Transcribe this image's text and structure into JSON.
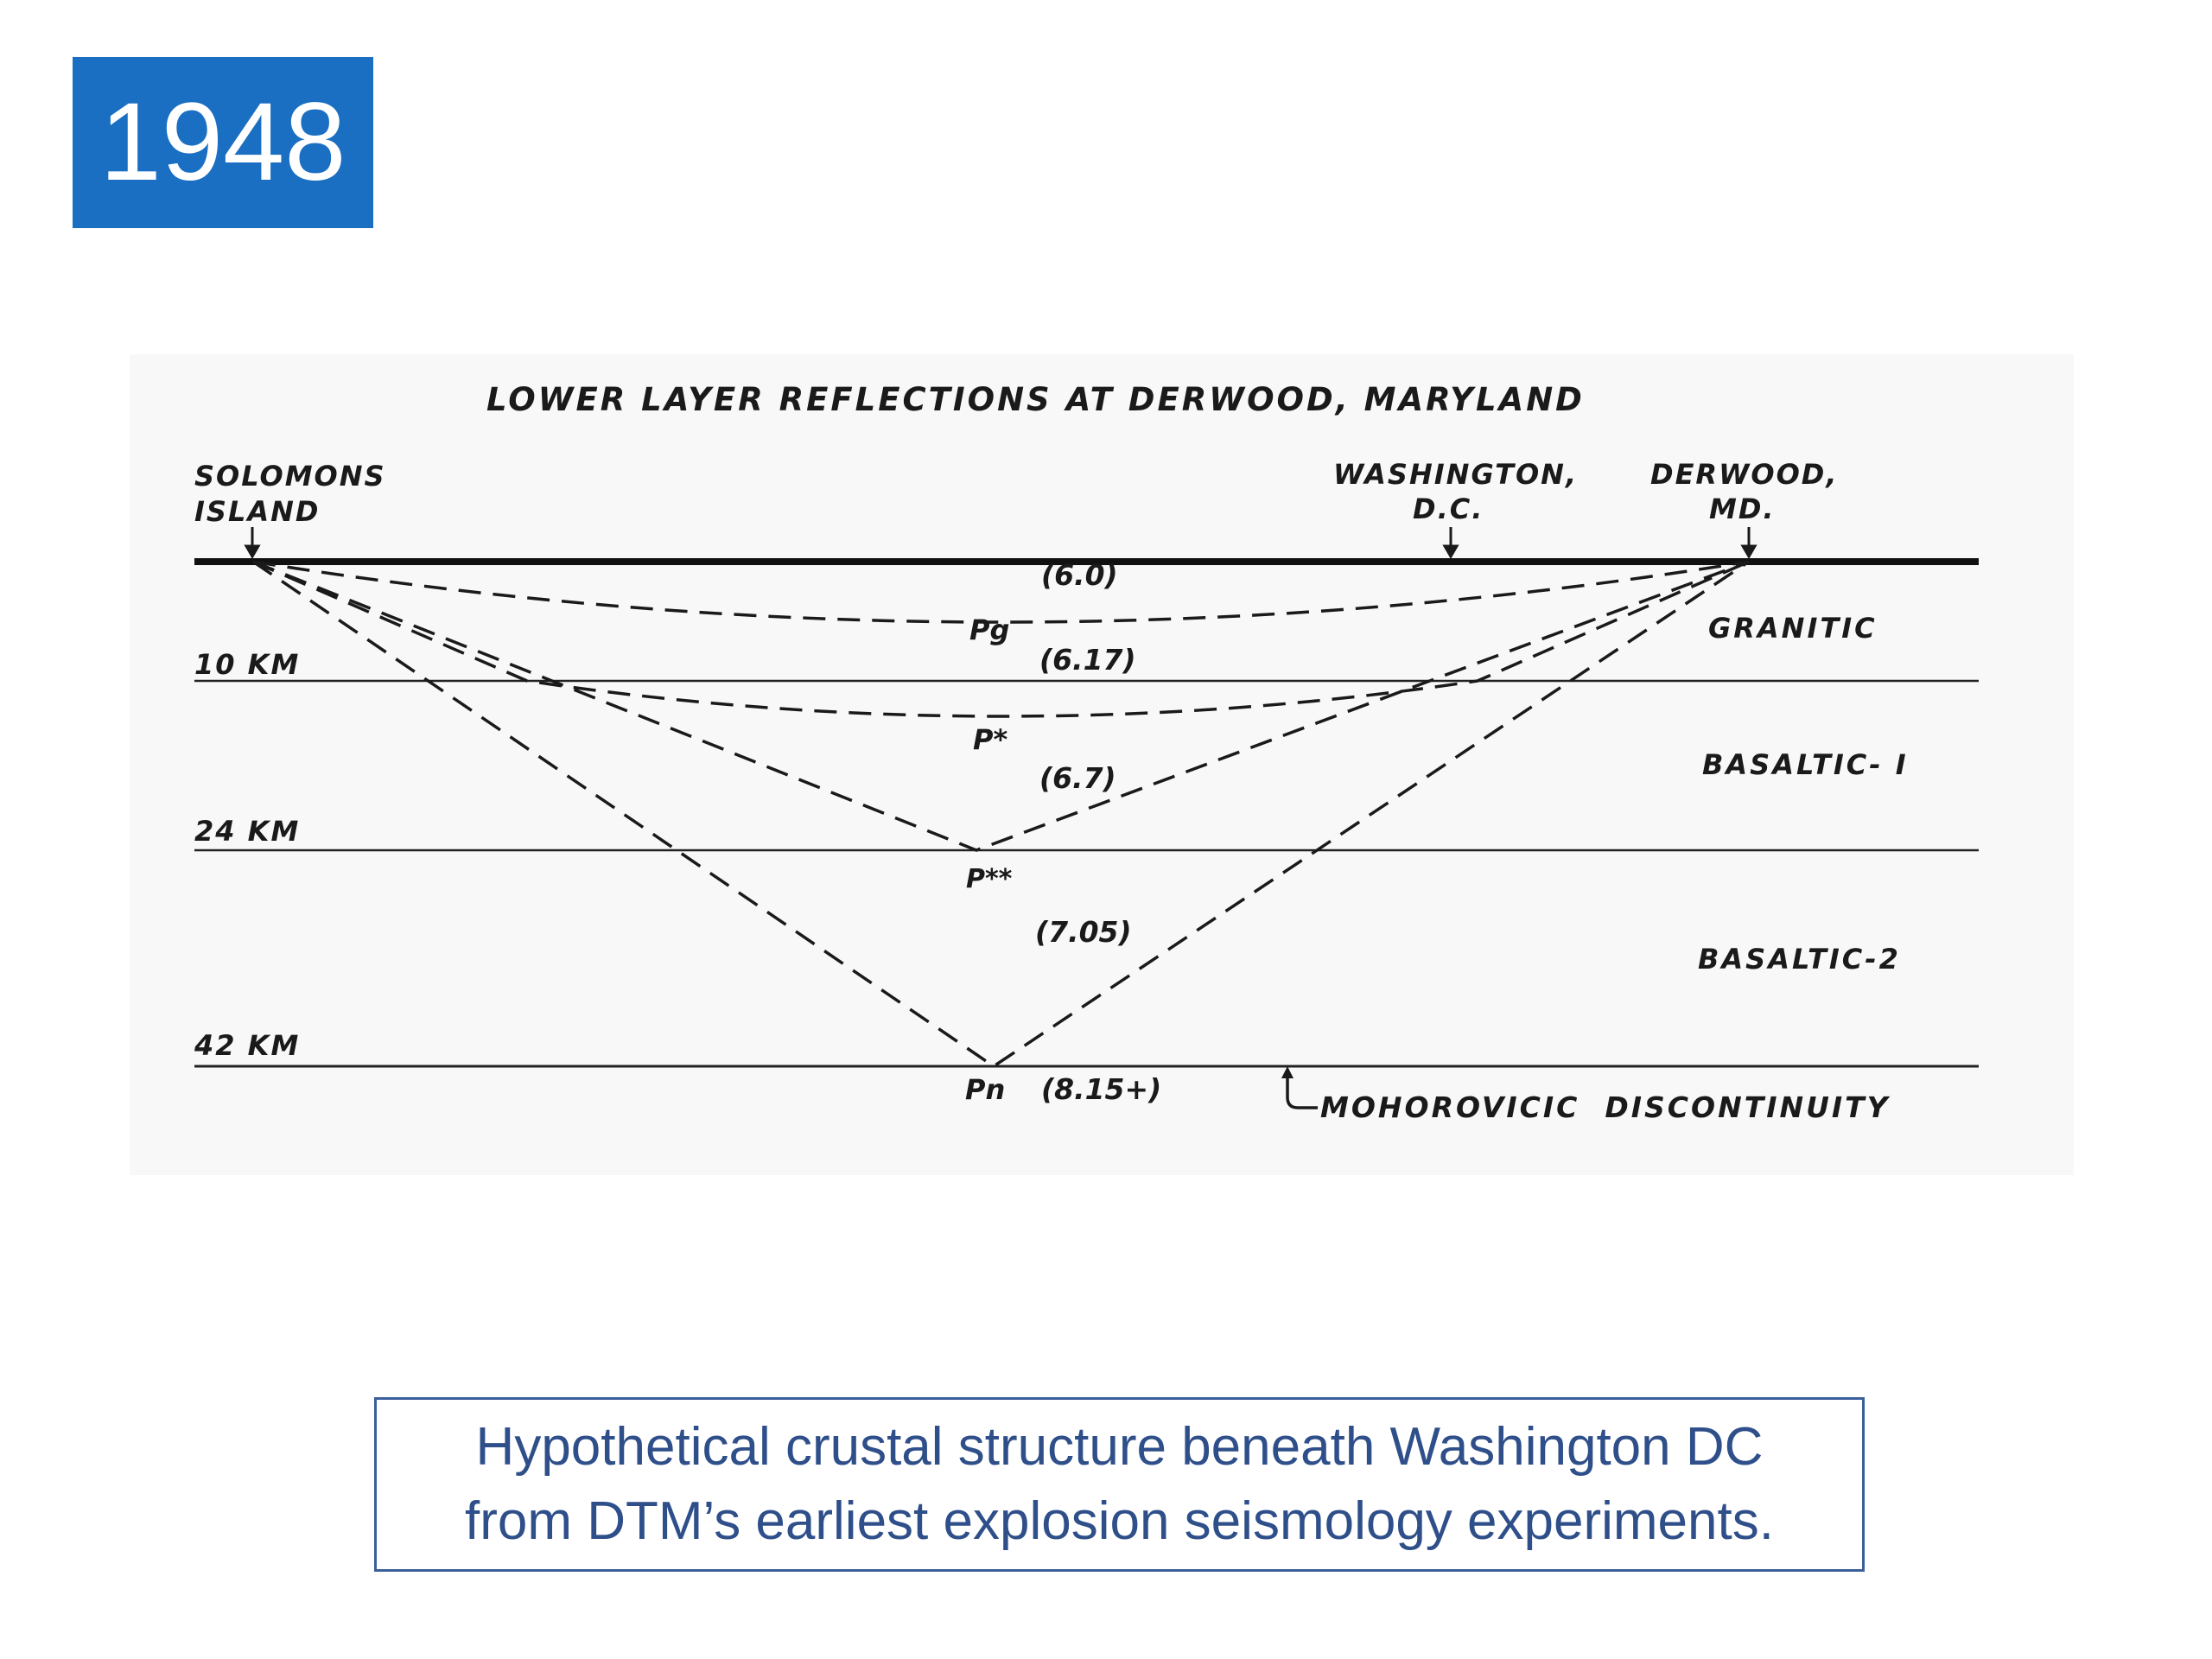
{
  "year": "1948",
  "diagram": {
    "title": "LOWER LAYER REFLECTIONS AT DERWOOD, MARYLAND",
    "stations": {
      "left": [
        "SOLOMONS",
        "ISLAND"
      ],
      "middle": [
        "WASHINGTON,",
        "D.C."
      ],
      "right": [
        "DERWOOD,",
        "MD."
      ]
    },
    "depth_labels": [
      "10 KM",
      "24 KM",
      "42 KM"
    ],
    "layer_labels": [
      "GRANITIC",
      "BASALTIC- I",
      "BASALTIC-2"
    ],
    "velocities": [
      "(6.0)",
      "(6.17)",
      "(6.7)",
      "(7.05)",
      "(8.15+)"
    ],
    "phases": [
      "Pg",
      "P*",
      "P**",
      "Pn"
    ],
    "moho_label": "MOHOROVICIC  DISCONTINUITY"
  },
  "caption": {
    "line1": "Hypothetical crustal structure beneath Washington DC",
    "line2": "from DTM’s earliest explosion seismology experiments."
  }
}
